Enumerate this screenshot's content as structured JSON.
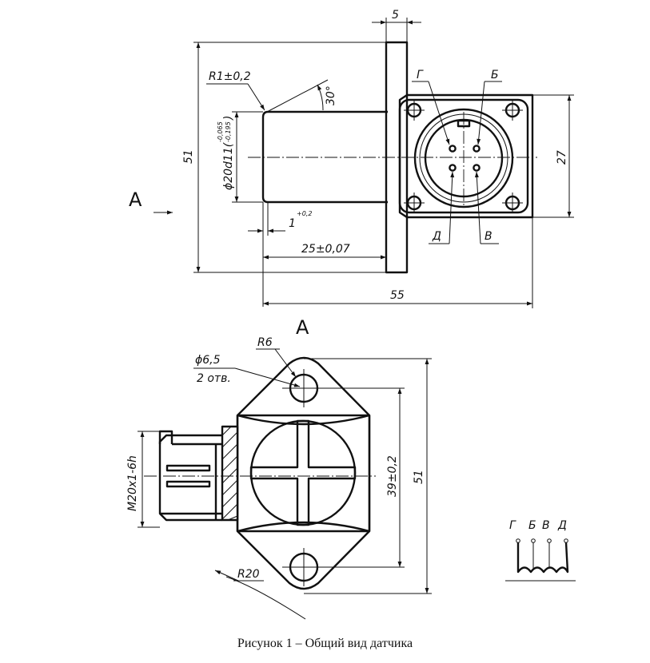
{
  "top_view": {
    "dim_width_5": "5",
    "label_G": "Г",
    "label_B": "Б",
    "label_D": "Д",
    "label_V": "В",
    "dim_r1": "R1±0,2",
    "dim_angle": "30°",
    "dim_51": "51",
    "dim_diam_main": "ϕ20d11(",
    "dim_diam_up": "-0,065",
    "dim_diam_low": "-0,195",
    "dim_diam_close": ")",
    "dim_27": "27",
    "dim_chamfer": "1",
    "dim_chamfer_tol": "+0,2",
    "dim_25": "25±0,07",
    "dim_55": "55",
    "view_arrow_label": "А"
  },
  "bottom_view": {
    "title": "А",
    "dim_r6": "R6",
    "dim_hole": "ϕ6,5",
    "dim_holes_count": "2 отв.",
    "dim_thread": "М20х1-6h",
    "dim_39": "39±0,2",
    "dim_51": "51",
    "dim_r20": "R20"
  },
  "schematic": {
    "label_G": "Г",
    "label_B": "Б",
    "label_V": "В",
    "label_D": "Д"
  },
  "caption": "Рисунок 1 – Общий вид датчика"
}
